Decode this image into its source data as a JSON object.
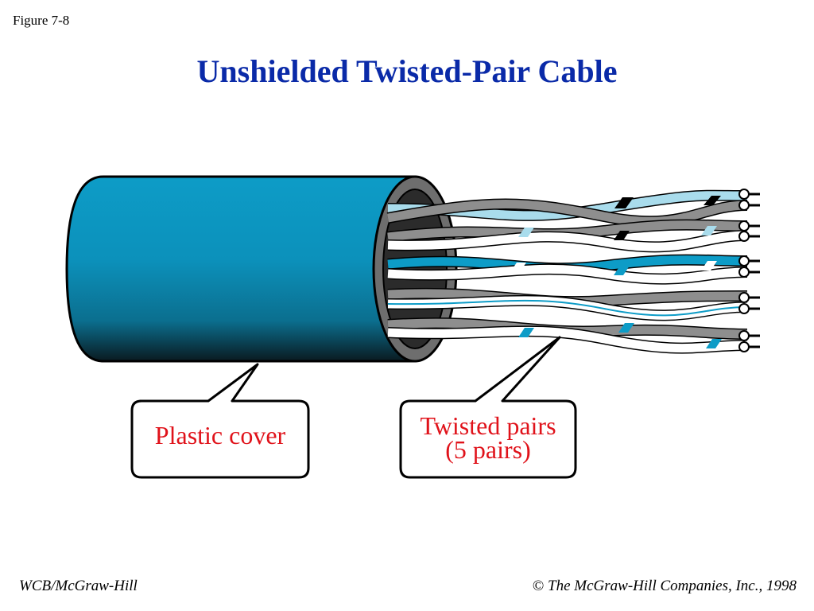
{
  "figure_label": "Figure 7-8",
  "title": "Unshielded Twisted-Pair Cable",
  "callouts": {
    "plastic_cover": "Plastic cover",
    "twisted_pairs_line1": "Twisted pairs",
    "twisted_pairs_line2": "(5 pairs)"
  },
  "footer": {
    "left": "WCB/McGraw-Hill",
    "copyright_symbol": "©",
    "right": "The McGraw-Hill Companies, Inc., 1998"
  },
  "colors": {
    "title": "#0a2aa8",
    "callout_text": "#e0121a",
    "cable_blue": "#0d9cc7",
    "pair_gray": "#8e8e8e",
    "pair_light_blue": "#a9dcec"
  }
}
